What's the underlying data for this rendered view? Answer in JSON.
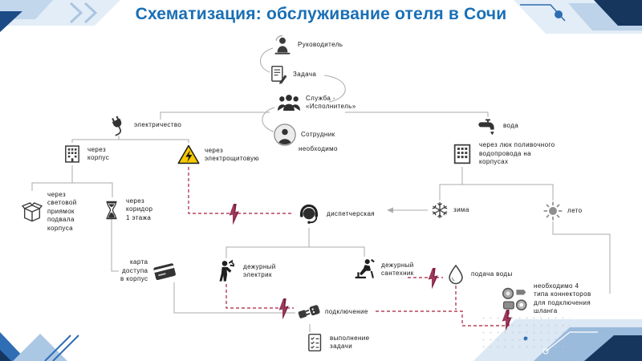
{
  "title": "Схематизация: обслуживание отеля в Сочи",
  "colors": {
    "title_blue": "#1a6fb5",
    "line_gray": "#ababab",
    "dashed_red": "#a81e3c",
    "bolt_red": "#7d1f3e",
    "warning_yellow": "#f6c900",
    "decor_dark_navy": "#16365e",
    "decor_blue": "#2e6db4",
    "decor_light_blue": "#dce8f4"
  },
  "extra_icons": [
    "lightning-icon"
  ],
  "nodes": {
    "manager": {
      "label": "Руководитель",
      "icon": "manager-bust-icon"
    },
    "task": {
      "label": "Задача",
      "icon": "task-document-icon"
    },
    "service": {
      "label": "Служба -\n«Исполнитель»",
      "icon": "team-icon"
    },
    "employee": {
      "label": "Сотрудник",
      "icon": "employee-icon"
    },
    "necessary": {
      "label": "необходимо"
    },
    "electricity": {
      "label": "электричество",
      "icon": "plug-cord-icon"
    },
    "via_building": {
      "label": "через\nкорпус",
      "icon": "building-icon"
    },
    "via_panel": {
      "label": "через\nэлектрощитовую",
      "icon": "warning-triangle-icon"
    },
    "water": {
      "label": "вода",
      "icon": "faucet-icon"
    },
    "via_hatch": {
      "label": "через люк поливочного\nводопровода на\nкорпусах",
      "icon": "building-hatch-icon"
    },
    "via_pit": {
      "label": "через\nсветовой\nприямок\nподвала\nкорпуса",
      "icon": "crate-icon"
    },
    "via_corridor": {
      "label": "через\nкоридор\n1 этажа",
      "icon": "hourglass-icon"
    },
    "dispatcher": {
      "label": "диспетчерская",
      "icon": "headset-operator-icon"
    },
    "winter": {
      "label": "зима",
      "icon": "snowflake-icon"
    },
    "summer": {
      "label": "лето",
      "icon": "sun-icon"
    },
    "access_card": {
      "label": "карта\nдоступа\nв корпус",
      "icon": "keycard-icon"
    },
    "electrician": {
      "label": "дежурный\nэлектрик",
      "icon": "electrician-icon"
    },
    "plumber": {
      "label": "дежурный\nсантехник",
      "icon": "plumber-icon"
    },
    "water_supply": {
      "label": "подача воды",
      "icon": "water-drop-icon"
    },
    "connectors": {
      "label": "необходимо 4\nтипа коннекторов\nдля подключения\nшланга",
      "icon": "hose-connectors-icon"
    },
    "connection": {
      "label": "подключение",
      "icon": "connection-plug-icon"
    },
    "task_done": {
      "label": "выполнение\nзадачи",
      "icon": "checklist-icon"
    }
  }
}
